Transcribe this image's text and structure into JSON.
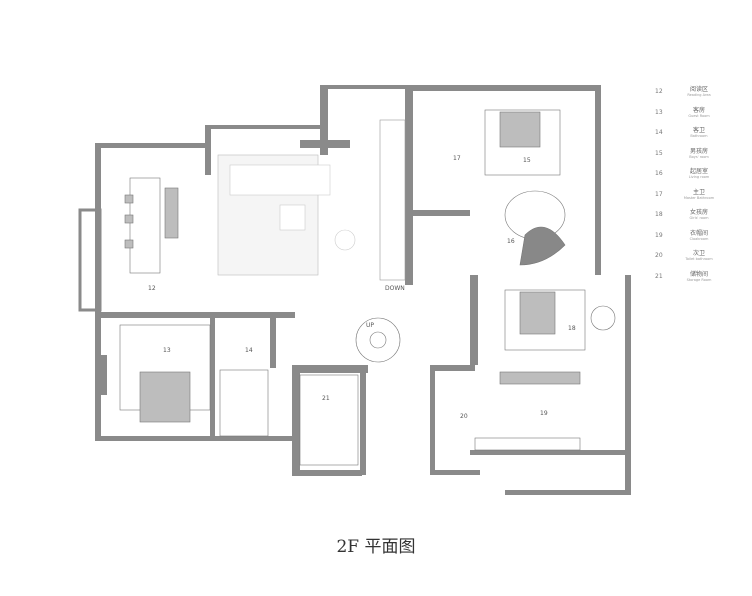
{
  "title": "2F 平面图",
  "plan_labels": {
    "down": "DOWN",
    "up": "UP"
  },
  "legend": [
    {
      "num": "12",
      "cn": "阅读区",
      "en": "Reading Area"
    },
    {
      "num": "13",
      "cn": "客房",
      "en": "Guest Room"
    },
    {
      "num": "14",
      "cn": "客卫",
      "en": "Bathroom"
    },
    {
      "num": "15",
      "cn": "男孩房",
      "en": "Boys' room"
    },
    {
      "num": "16",
      "cn": "起居室",
      "en": "Living room"
    },
    {
      "num": "17",
      "cn": "主卫",
      "en": "Master Bathroom"
    },
    {
      "num": "18",
      "cn": "女孩房",
      "en": "Girls' room"
    },
    {
      "num": "19",
      "cn": "衣帽间",
      "en": "Cloakroom"
    },
    {
      "num": "20",
      "cn": "次卫",
      "en": "Toilet bathroom"
    },
    {
      "num": "21",
      "cn": "储物间",
      "en": "Storage Room"
    }
  ],
  "colors": {
    "wall": "#8a8a8a",
    "furniture": "#bdbdbd",
    "line": "#555555"
  }
}
